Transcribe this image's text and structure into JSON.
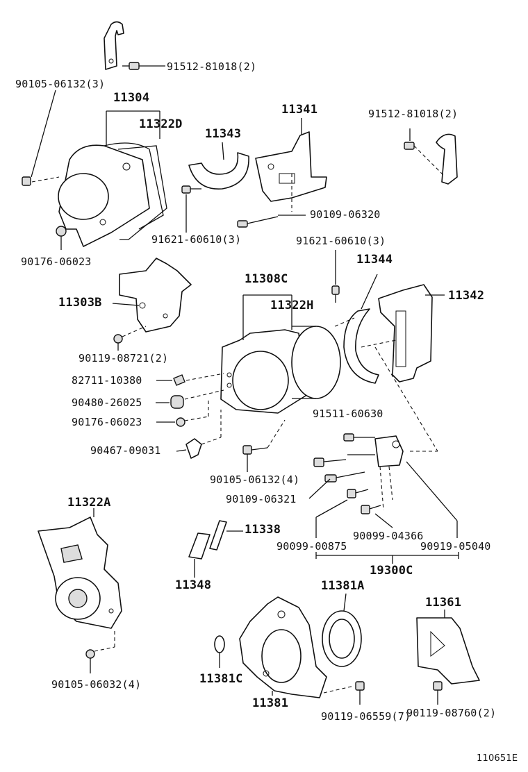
{
  "diagram": {
    "labels": {
      "l_91512_top": "91512-81018(2)",
      "l_90105_06132_3": "90105-06132(3)",
      "l_11304": "11304",
      "l_11322D": "11322D",
      "l_11343": "11343",
      "l_11341": "11341",
      "l_91512_right": "91512-81018(2)",
      "l_90109_06320": "90109-06320",
      "l_91621_a": "91621-60610(3)",
      "l_90176_a": "90176-06023",
      "l_91621_b": "91621-60610(3)",
      "l_11344": "11344",
      "l_11303B": "11303B",
      "l_11308C": "11308C",
      "l_11322H": "11322H",
      "l_11342": "11342",
      "l_90119_08721": "90119-08721(2)",
      "l_82711": "82711-10380",
      "l_90480": "90480-26025",
      "l_90176_b": "90176-06023",
      "l_91511": "91511-60630",
      "l_90467": "90467-09031",
      "l_90105_06132_4": "90105-06132(4)",
      "l_90109_06321": "90109-06321",
      "l_11322A": "11322A",
      "l_90099_04366": "90099-04366",
      "l_90099_00875": "90099-00875",
      "l_90919": "90919-05040",
      "l_19300C": "19300C",
      "l_11338": "11338",
      "l_11348": "11348",
      "l_11381A": "11381A",
      "l_11361": "11361",
      "l_11381C": "11381C",
      "l_11381": "11381",
      "l_90119_06559": "90119-06559(7)",
      "l_90105_06032": "90105-06032(4)",
      "l_90119_08760": "90119-08760(2)"
    },
    "catalog_id": "110651E"
  }
}
